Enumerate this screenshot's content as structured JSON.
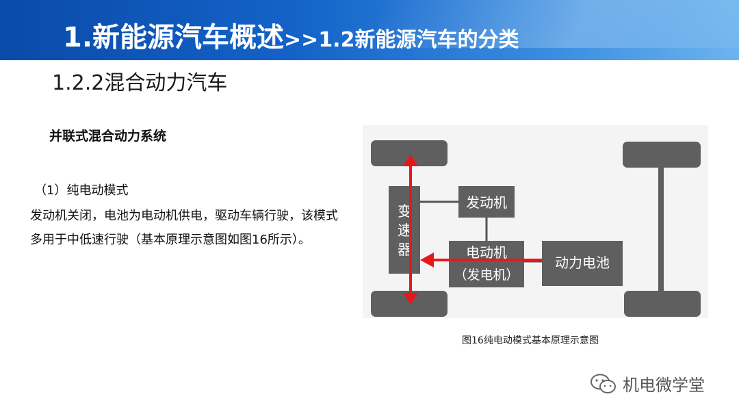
{
  "header": {
    "title_main": "1.新能源汽车概述",
    "title_sep": ">>",
    "title_sub": "1.2新能源汽车的分类"
  },
  "section_title": "1.2.2混合动力汽车",
  "subheading": "并联式混合动力系统",
  "mode": {
    "title": "（1）纯电动模式",
    "description": "发动机关闭，电池为电动机供电，驱动车辆行驶，该模式多用于中低速行驶（基本原理示意图如图16所示）。"
  },
  "diagram": {
    "transmission_chars": [
      "变",
      "速",
      "器"
    ],
    "engine": "发动机",
    "motor_line1": "电动机",
    "motor_line2": "（发电机）",
    "battery": "动力电池",
    "colors": {
      "box": "#5f5f5f",
      "arrow": "#e8161b",
      "line": "#555555"
    }
  },
  "caption": "图16纯电动模式基本原理示意图",
  "watermark": {
    "icon": "wechat-icon",
    "text": "机电微学堂"
  }
}
